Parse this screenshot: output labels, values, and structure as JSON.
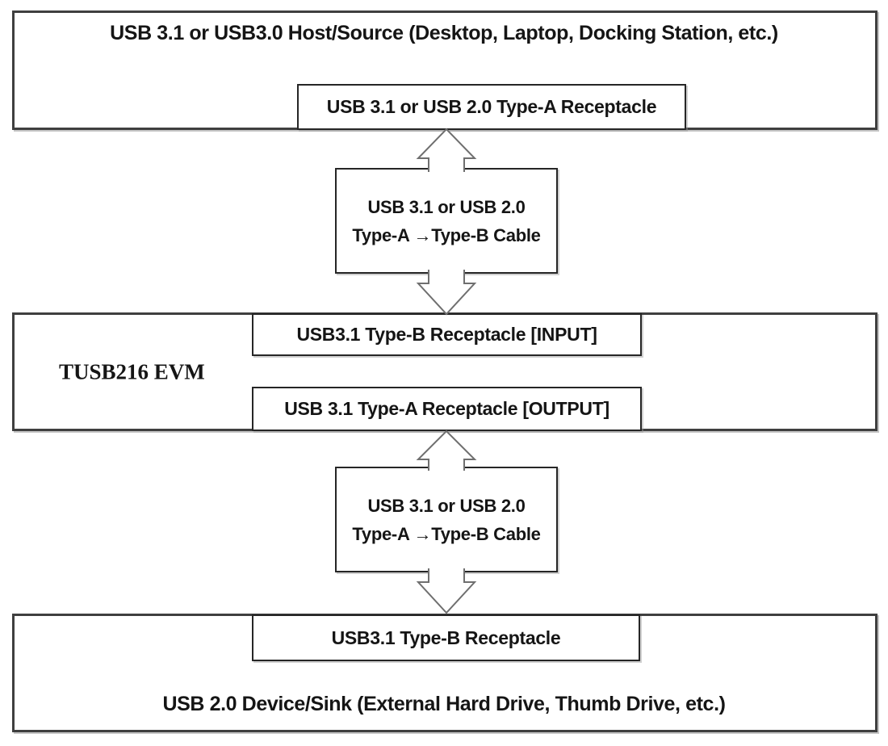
{
  "host": {
    "title": "USB 3.1 or USB3.0 Host/Source (Desktop, Laptop, Docking Station, etc.)",
    "receptacle_label": "USB 3.1 or USB 2.0 Type-A Receptacle"
  },
  "cable_top": {
    "line1": "USB 3.1 or USB 2.0",
    "line2": "Type-A →Type-B Cable"
  },
  "evm": {
    "label": "TUSB216 EVM",
    "input_label": "USB3.1 Type-B Receptacle [INPUT]",
    "output_label": "USB 3.1 Type-A Receptacle [OUTPUT]"
  },
  "cable_bottom": {
    "line1": "USB 3.1 or USB 2.0",
    "line2": "Type-A →Type-B Cable"
  },
  "device": {
    "receptacle_label": "USB3.1 Type-B Receptacle",
    "title": "USB 2.0 Device/Sink (External Hard Drive, Thumb Drive, etc.)"
  },
  "icons": {
    "connector_top_up": "up-arrow",
    "connector_top_down": "down-arrow",
    "connector_bottom_up": "up-arrow",
    "connector_bottom_down": "down-arrow"
  },
  "colors": {
    "border_dark": "#3f3f3f",
    "border_inner": "#262626",
    "arrow_stroke": "#6f6f6f",
    "text": "#151515"
  }
}
